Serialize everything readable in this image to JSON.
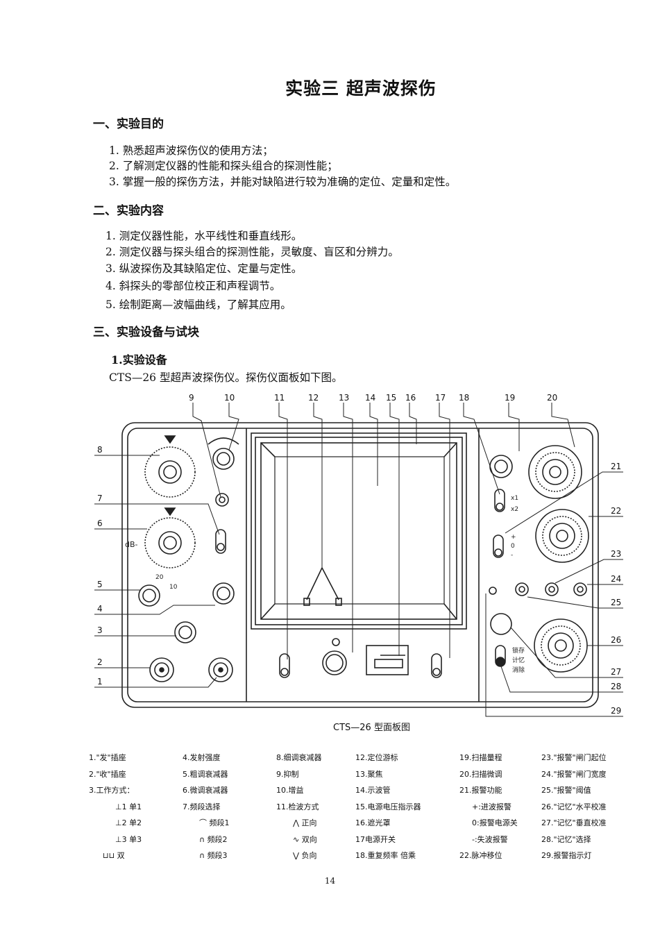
{
  "title": "实验三   超声波探伤",
  "sections": [
    {
      "heading": "一、实验目的",
      "items": [
        "1.  熟悉超声波探伤仪的使用方法；",
        "2.  了解测定仪器的性能和探头组合的探测性能；",
        "3.  掌握一般的探伤方法，并能对缺陷进行较为准确的定位、定量和定性。"
      ]
    },
    {
      "heading": "二、实验内容",
      "items": [
        "1.  测定仪器性能，水平线性和垂直线形。",
        "2.  测定仪器与探头组合的探测性能，灵敏度、盲区和分辨力。",
        "3.  纵波探伤及其缺陷定位、定量与定性。",
        "4.  斜探头的零部位校正和声程调节。",
        "5.  绘制距离—波幅曲线，了解其应用。"
      ]
    },
    {
      "heading": "三、实验设备与试块",
      "items": []
    }
  ],
  "subsection": {
    "heading": "1.实验设备",
    "text": "CTS—26  型超声波探伤仪。探伤仪面板如下图。"
  },
  "figure": {
    "caption": "CTS—26 型面板图",
    "top_numbers": [
      "9",
      "10",
      "11",
      "12",
      "13",
      "14",
      "15",
      "16",
      "17",
      "18",
      "19",
      "20"
    ],
    "left_numbers": [
      "8",
      "7",
      "6",
      "5",
      "4",
      "3",
      "2",
      "1"
    ],
    "right_numbers": [
      "21",
      "22",
      "23",
      "24",
      "25",
      "26",
      "27",
      "28",
      "29"
    ],
    "panel_text": {
      "db": "dB-",
      "x1": "x1",
      "x2": "x2",
      "plus": "+",
      "zero": "0",
      "minus": "-",
      "r20": "20",
      "r10": "10",
      "lock": "锁存",
      "cnt": "计忆",
      "clear": "消除"
    }
  },
  "legend_columns": [
    [
      "1.\"发\"插座",
      "2.\"收\"插座",
      "3.工作方式：",
      "单1",
      "单2",
      "单3",
      "双"
    ],
    [
      "4.发射强度",
      "5.粗调衰减器",
      "6.微调衰减器",
      "7.频段选择",
      "频段1",
      "频段2",
      "频段3"
    ],
    [
      "8.细调衰减器",
      "9.抑制",
      "10.增益",
      "11.检波方式",
      "正向",
      "双向",
      "负向"
    ],
    [
      "12.定位游标",
      "13.聚焦",
      "14.示波管",
      "15.电源电压指示器",
      "16.遮光罩",
      "17电源开关",
      "18.重复频率 倍乘"
    ],
    [
      "19.扫描量程",
      "20.扫描微调",
      "21.报警功能",
      "+:进波报警",
      "0:报警电源关",
      "-:失波报警",
      "22.脉冲移位"
    ],
    [
      "23.\"报警\"闸门起位",
      "24.\"报警\"闸门宽度",
      "25.\"报警\"阈值",
      "26.\"记忆\"水平校准",
      "27.\"记忆\"垂直校准",
      "28.\"记忆\"选择",
      "29.报警指示灯"
    ]
  ],
  "page_number": "14"
}
